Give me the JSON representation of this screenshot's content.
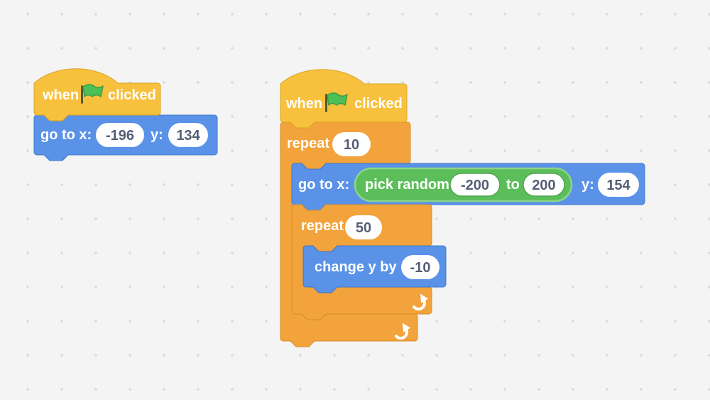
{
  "palette": {
    "events_yellow": "#F8C13D",
    "control_orange": "#F2A33B",
    "motion_blue": "#5A92E8",
    "operator_green": "#5CBE5A",
    "field_text": "#575E75",
    "workspace_bg": "#F4F4F4"
  },
  "scripts": {
    "left": {
      "hat": {
        "when": "when",
        "clicked": "clicked"
      },
      "goto": {
        "label_go": "go to x:",
        "x_value": "-196",
        "label_y": "y:",
        "y_value": "134"
      }
    },
    "right": {
      "hat": {
        "when": "when",
        "clicked": "clicked"
      },
      "repeat_outer": {
        "label": "repeat",
        "times": "10"
      },
      "goto": {
        "label_go": "go to x:",
        "pick_random_label": "pick random",
        "from_value": "-200",
        "to_label": "to",
        "to_value": "200",
        "label_y": "y:",
        "y_value": "154"
      },
      "repeat_inner": {
        "label": "repeat",
        "times": "50"
      },
      "change_y": {
        "label": "change y by",
        "value": "-10"
      }
    }
  }
}
